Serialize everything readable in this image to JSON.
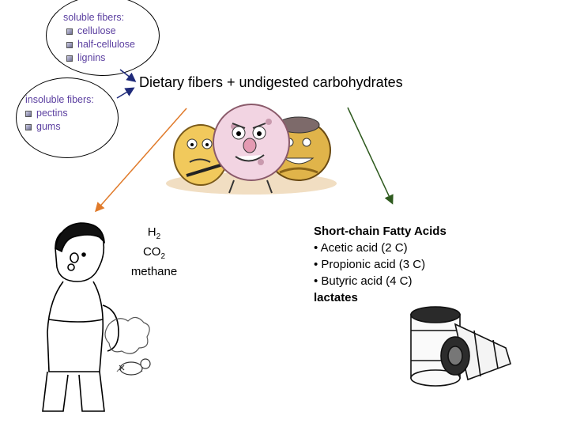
{
  "soluble": {
    "title": "soluble fibers:",
    "items": [
      "cellulose",
      "half-cellulose",
      "lignins"
    ]
  },
  "insoluble": {
    "title": "insoluble fibers:",
    "items": [
      "pectins",
      "gums"
    ]
  },
  "main_label": "Dietary fibers + undigested carbohydrates",
  "gases": {
    "h2_base": "H",
    "h2_sub": "2",
    "co2_base": "CO",
    "co2_sub": "2",
    "methane": "methane"
  },
  "scfa": {
    "title": "Short-chain Fatty Acids",
    "items": [
      "• Acetic acid (2 C)",
      "• Propionic acid (3 C)",
      "• Butyric acid (4 C)"
    ],
    "lactates": "lactates"
  },
  "colors": {
    "bubble_text": "#5b3fa0",
    "arrow_navy": "#1f2a7a",
    "arrow_orange": "#e07a2a",
    "arrow_green": "#2e5a1e"
  }
}
